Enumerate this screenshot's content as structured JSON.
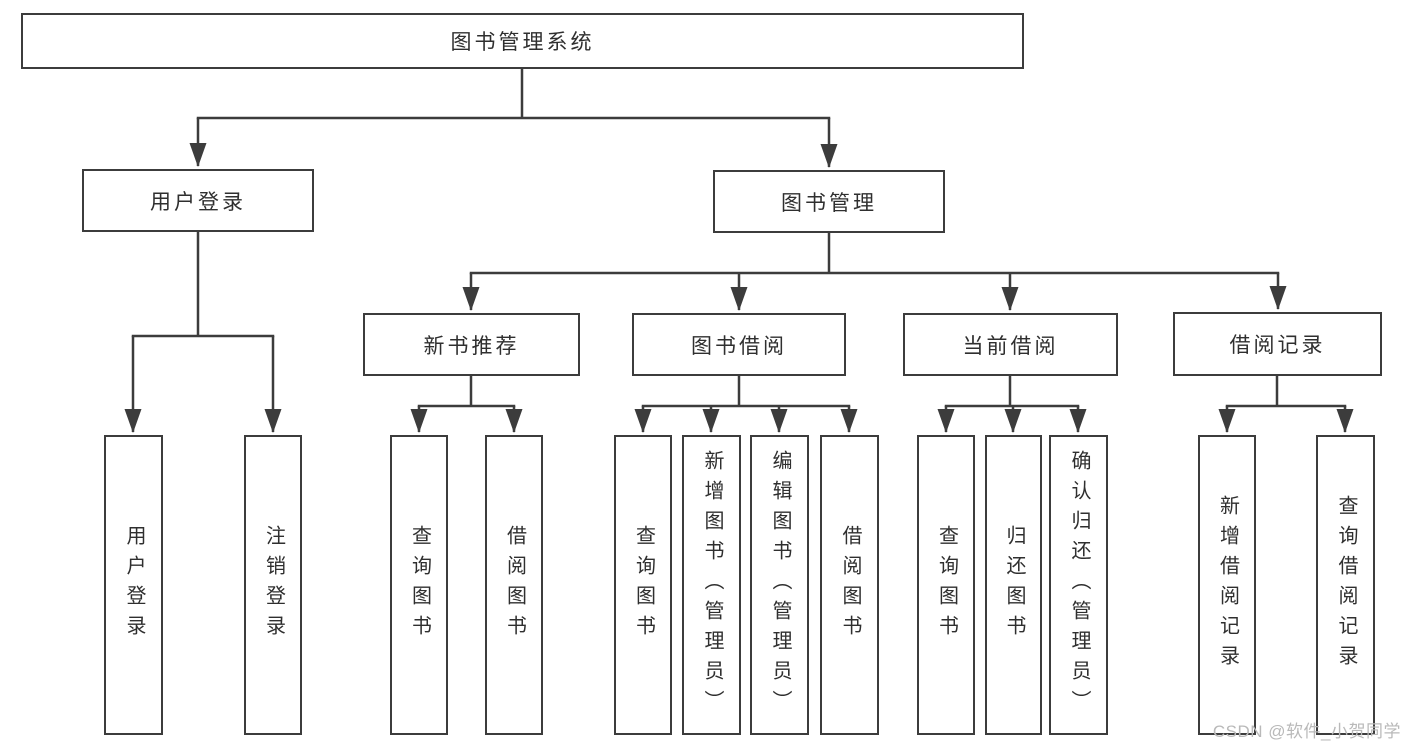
{
  "diagram": {
    "root": {
      "label": "图书管理系统"
    },
    "branches": [
      {
        "label": "用户登录",
        "children": [
          {
            "label": "用户登录"
          },
          {
            "label": "注销登录"
          }
        ]
      },
      {
        "label": "图书管理",
        "children": [
          {
            "label": "新书推荐",
            "children": [
              {
                "label": "查询图书"
              },
              {
                "label": "借阅图书"
              }
            ]
          },
          {
            "label": "图书借阅",
            "children": [
              {
                "label": "查询图书"
              },
              {
                "label": "新增图书（管理员）"
              },
              {
                "label": "编辑图书（管理员）"
              },
              {
                "label": "借阅图书"
              }
            ]
          },
          {
            "label": "当前借阅",
            "children": [
              {
                "label": "查询图书"
              },
              {
                "label": "归还图书"
              },
              {
                "label": "确认归还（管理员）"
              }
            ]
          },
          {
            "label": "借阅记录",
            "children": [
              {
                "label": "新增借阅记录"
              },
              {
                "label": "查询借阅记录"
              }
            ]
          }
        ]
      }
    ]
  },
  "watermark": {
    "text": "CSDN @软件_小贺同学"
  },
  "colors": {
    "line": "#3c3c3c",
    "text": "#2f2f2f",
    "watermark": "#b9b9b9",
    "background": "#ffffff"
  }
}
